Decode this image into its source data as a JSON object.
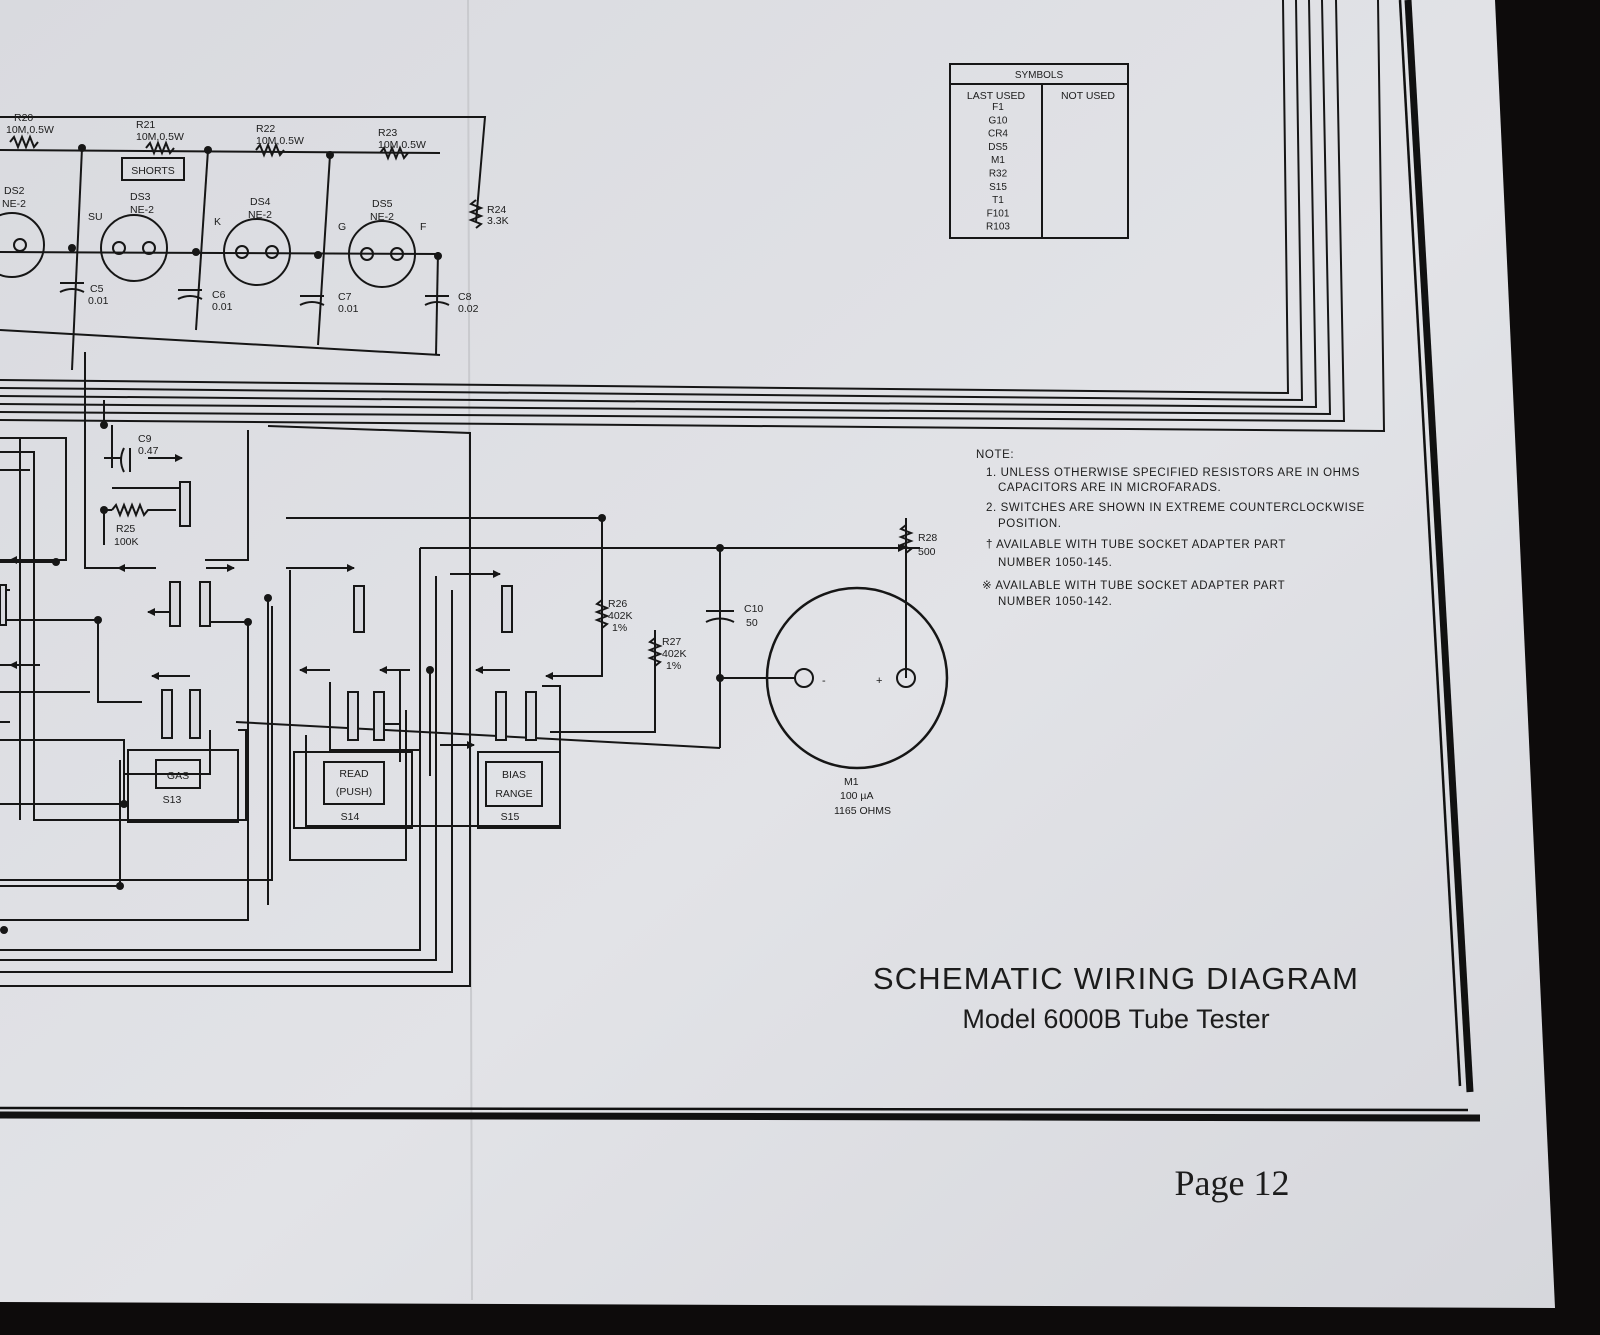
{
  "title": {
    "line1": "SCHEMATIC WIRING DIAGRAM",
    "line2": "Model 6000B Tube Tester"
  },
  "page_number": "Page  12",
  "symbols_table": {
    "title": "SYMBOLS",
    "col_last_used": "LAST USED",
    "col_not_used": "NOT USED",
    "last_used": [
      "F1",
      "G10",
      "CR4",
      "DS5",
      "M1",
      "R32",
      "S15",
      "T1",
      "F101",
      "R103"
    ]
  },
  "notes": {
    "heading": "NOTE:",
    "n1a": "1. UNLESS OTHERWISE SPECIFIED RESISTORS ARE IN OHMS",
    "n1b": "CAPACITORS ARE IN MICROFARADS.",
    "n2a": "2. SWITCHES ARE SHOWN IN EXTREME COUNTERCLOCKWISE",
    "n2b": "POSITION.",
    "n3a": "† AVAILABLE WITH TUBE SOCKET ADAPTER PART",
    "n3b": "NUMBER 1050-145.",
    "n4a": "※ AVAILABLE WITH TUBE SOCKET ADAPTER PART",
    "n4b": "NUMBER 1050-142."
  },
  "resistors": {
    "r20_name": "R20",
    "r20_value": "10M,0.5W",
    "r21_name": "R21",
    "r21_value": "10M,0.5W",
    "r22_name": "R22",
    "r22_value": "10M,0.5W",
    "r23_name": "R23",
    "r23_value": "10M,0.5W",
    "r24_name": "R24",
    "r24_value": "3.3K",
    "r25_name": "R25",
    "r25_value": "100K",
    "r26_name": "R26",
    "r26_value": "402K",
    "r26_tol": "1%",
    "r27_name": "R27",
    "r27_value": "402K",
    "r27_tol": "1%",
    "r28_name": "R28",
    "r28_value": "500"
  },
  "lamps": {
    "ds2_name": "DS2",
    "ds2_type": "NE-2",
    "ds3_name": "DS3",
    "ds3_type": "NE-2",
    "ds4_name": "DS4",
    "ds4_type": "NE-2",
    "ds5_name": "DS5",
    "ds5_type": "NE-2",
    "pin_su": "SU",
    "pin_k": "K",
    "pin_g": "G",
    "pin_f": "F"
  },
  "capacitors": {
    "c5_name": "C5",
    "c5_value": "0.01",
    "c6_name": "C6",
    "c6_value": "0.01",
    "c7_name": "C7",
    "c7_value": "0.01",
    "c8_name": "C8",
    "c8_value": "0.02",
    "c9_name": "C9",
    "c9_value": "0.47",
    "c10_name": "C10",
    "c10_value": "50"
  },
  "switches": {
    "shorts": "SHORTS",
    "s13_label": "GAS",
    "s13_name": "S13",
    "s14_label1": "READ",
    "s14_label2": "(PUSH)",
    "s14_name": "S14",
    "s15_label1": "BIAS",
    "s15_label2": "RANGE",
    "s15_name": "S15"
  },
  "meter": {
    "name": "M1",
    "range": "100 µA",
    "resistance": "1165 OHMS",
    "minus": "-",
    "plus": "+"
  }
}
